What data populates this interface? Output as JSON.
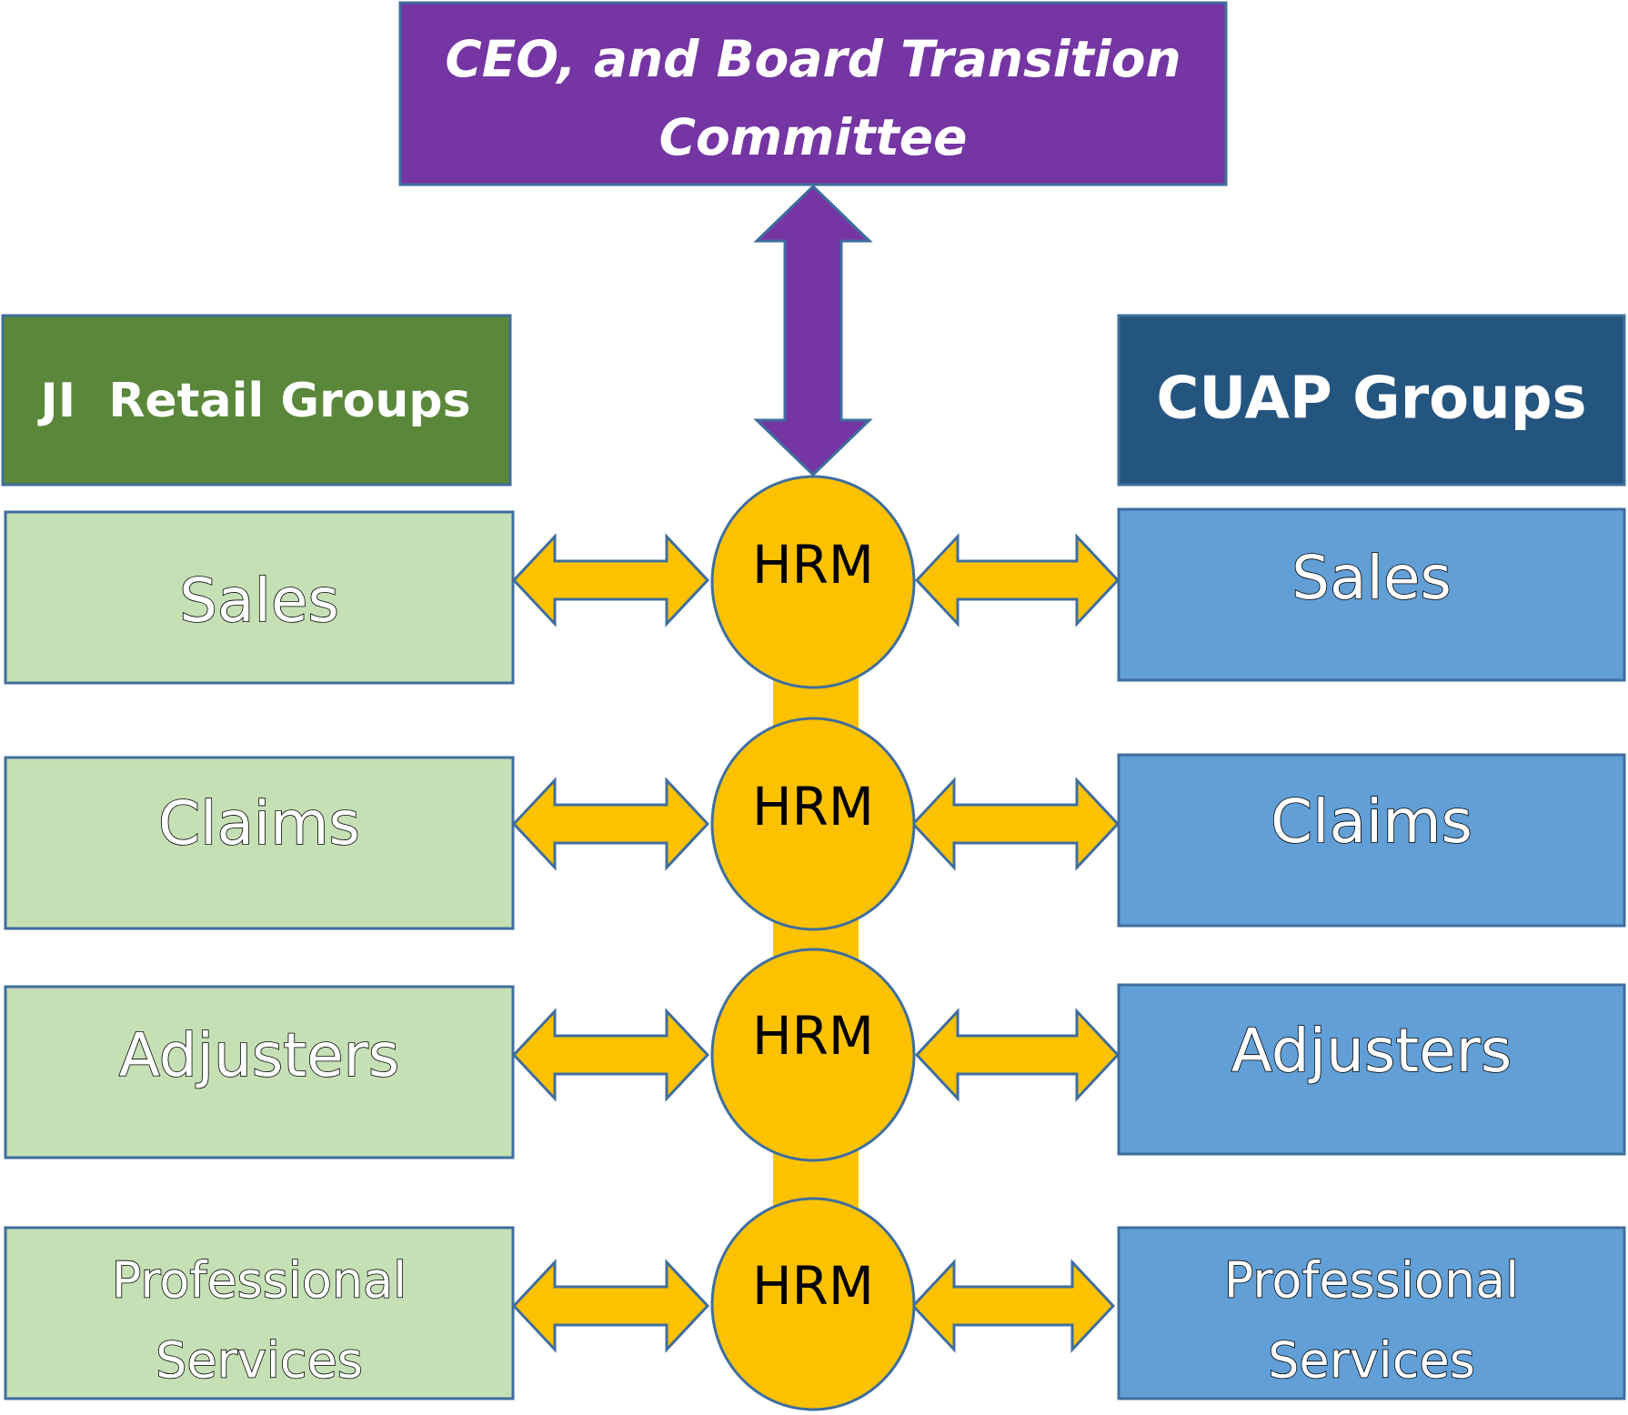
{
  "top_box": {
    "line1": "CEO, and Board Transition",
    "line2": "Committee"
  },
  "left_header": "JI  Retail Groups",
  "right_header": "CUAP Groups",
  "left_groups": [
    {
      "lines": [
        "Sales"
      ]
    },
    {
      "lines": [
        "Claims"
      ]
    },
    {
      "lines": [
        "Adjusters"
      ]
    },
    {
      "lines": [
        "Professional",
        "Services"
      ]
    }
  ],
  "right_groups": [
    {
      "lines": [
        "Sales"
      ]
    },
    {
      "lines": [
        "Claims"
      ]
    },
    {
      "lines": [
        "Adjusters"
      ]
    },
    {
      "lines": [
        "Professional",
        "Services"
      ]
    }
  ],
  "hub_label": "HRM",
  "colors": {
    "purple": "#7535A3",
    "green_header": "#5A873A",
    "navy_header": "#24557F",
    "light_green": "#C6E0B5",
    "blue_box": "#619FD6",
    "gold": "#FCC200",
    "border": "#3F6E9E"
  }
}
